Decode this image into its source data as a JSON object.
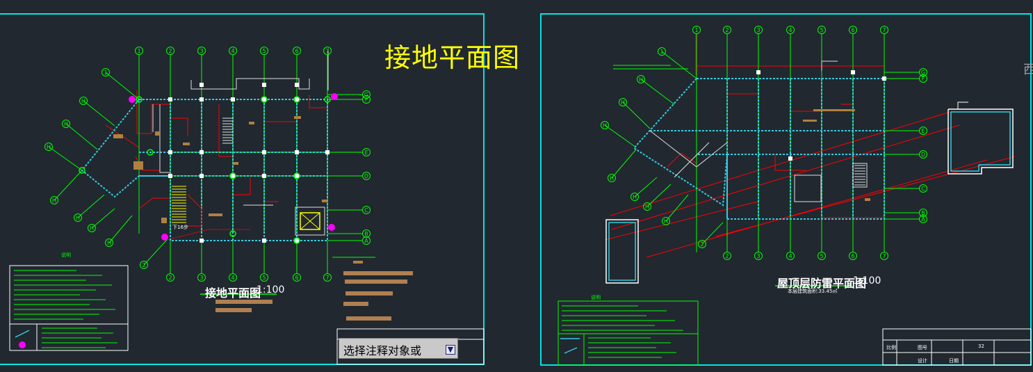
{
  "left_sheet": {
    "big_title": "接地平面图",
    "drawing_title": "接地平面图",
    "scale": "1:100",
    "notes_heading": "说明",
    "axis_numbers_top": [
      "1",
      "2",
      "3",
      "4",
      "5",
      "6",
      "7"
    ],
    "axis_numbers_bottom": [
      "2",
      "3",
      "4",
      "5",
      "6",
      "7"
    ],
    "axis_letters_right": [
      "G",
      "F",
      "E",
      "D",
      "C",
      "B",
      "A"
    ],
    "axis_letters_left": [
      "1",
      "H",
      "H",
      "H",
      "H",
      "H",
      "H",
      "H",
      "2"
    ],
    "stair_label": "下16步"
  },
  "right_sheet": {
    "drawing_title": "屋顶层防雷平面图",
    "scale": "1:100",
    "subtitle": "本层建筑面积:33.45㎡",
    "notes_heading": "说明",
    "axis_numbers_top": [
      "1",
      "2",
      "3",
      "4",
      "5",
      "6",
      "7"
    ],
    "axis_numbers_bottom": [
      "2",
      "3",
      "4",
      "5",
      "6",
      "7"
    ],
    "axis_letters_right": [
      "G",
      "F",
      "E",
      "D",
      "C",
      "B",
      "A"
    ],
    "axis_letters_left": [
      "1",
      "H",
      "H",
      "H",
      "H",
      "H",
      "H",
      "H",
      "2"
    ],
    "title_block": {
      "label_a": "比例",
      "label_b": "图号",
      "number": "32",
      "label_c": "设计",
      "label_d": "日期"
    }
  },
  "edge_char": "西",
  "command_prompt": {
    "text": "选择注释对象或",
    "button_icon": "arrow-down-icon"
  },
  "colors": {
    "background": "#212830",
    "frame": "#00e5e5",
    "axis": "#00ff00",
    "wall": "#ff0000",
    "ground_line": "#33ccdd",
    "title": "#ffff00",
    "column": "#ffffff",
    "marker": "#ff00ff",
    "hatch": "#b08040"
  }
}
